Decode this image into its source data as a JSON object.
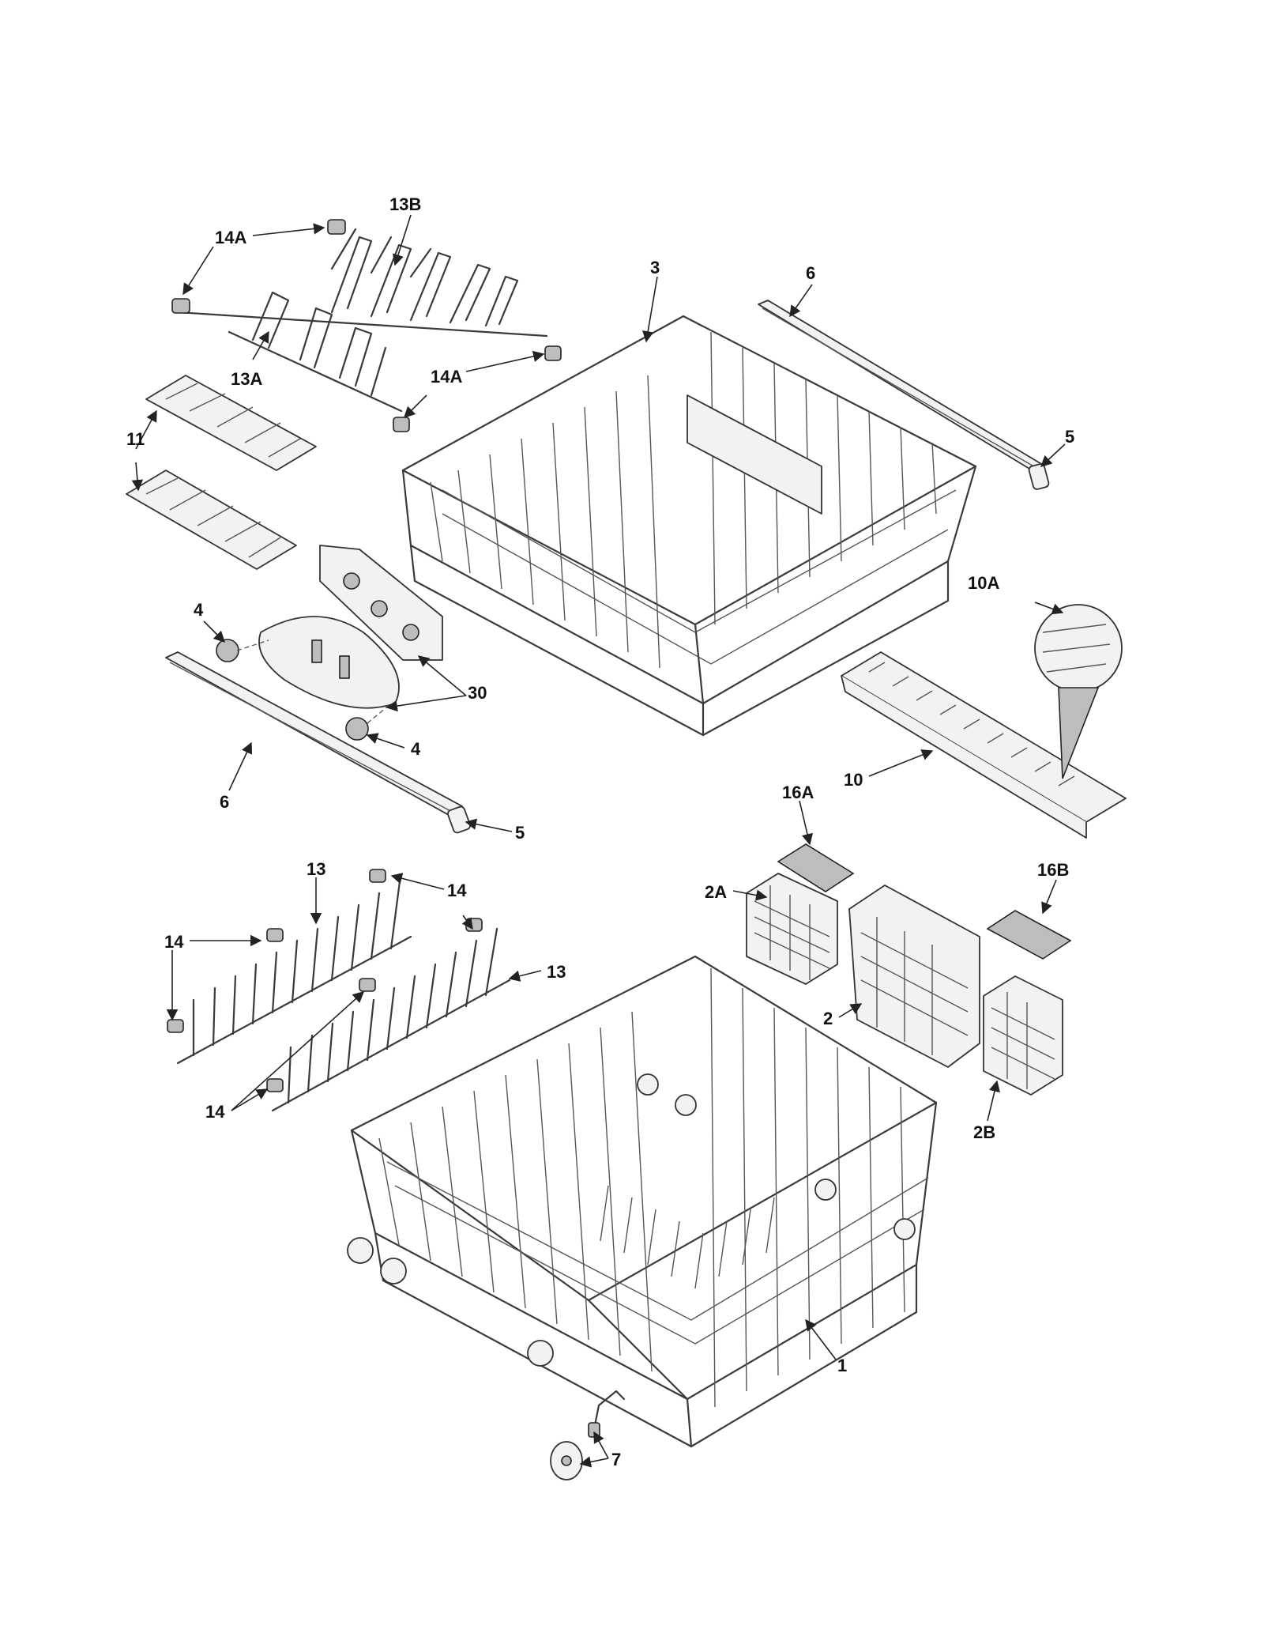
{
  "callouts": {
    "c14a_top": "14A",
    "c13b": "13B",
    "c3": "3",
    "c6_top": "6",
    "c13a": "13A",
    "c14a_mid": "14A",
    "c11": "11",
    "c5_top": "5",
    "c10a": "10A",
    "c4_top": "4",
    "c30": "30",
    "c4_bottom": "4",
    "c6_bottom": "6",
    "c16a": "16A",
    "c10": "10",
    "c5_bottom": "5",
    "c13_top": "13",
    "c14_top": "14",
    "c14_left": "14",
    "c16b": "16B",
    "c2a": "2A",
    "c13_right": "13",
    "c2": "2",
    "c14_bottom": "14",
    "c2b": "2B",
    "c1": "1",
    "c7": "7"
  }
}
